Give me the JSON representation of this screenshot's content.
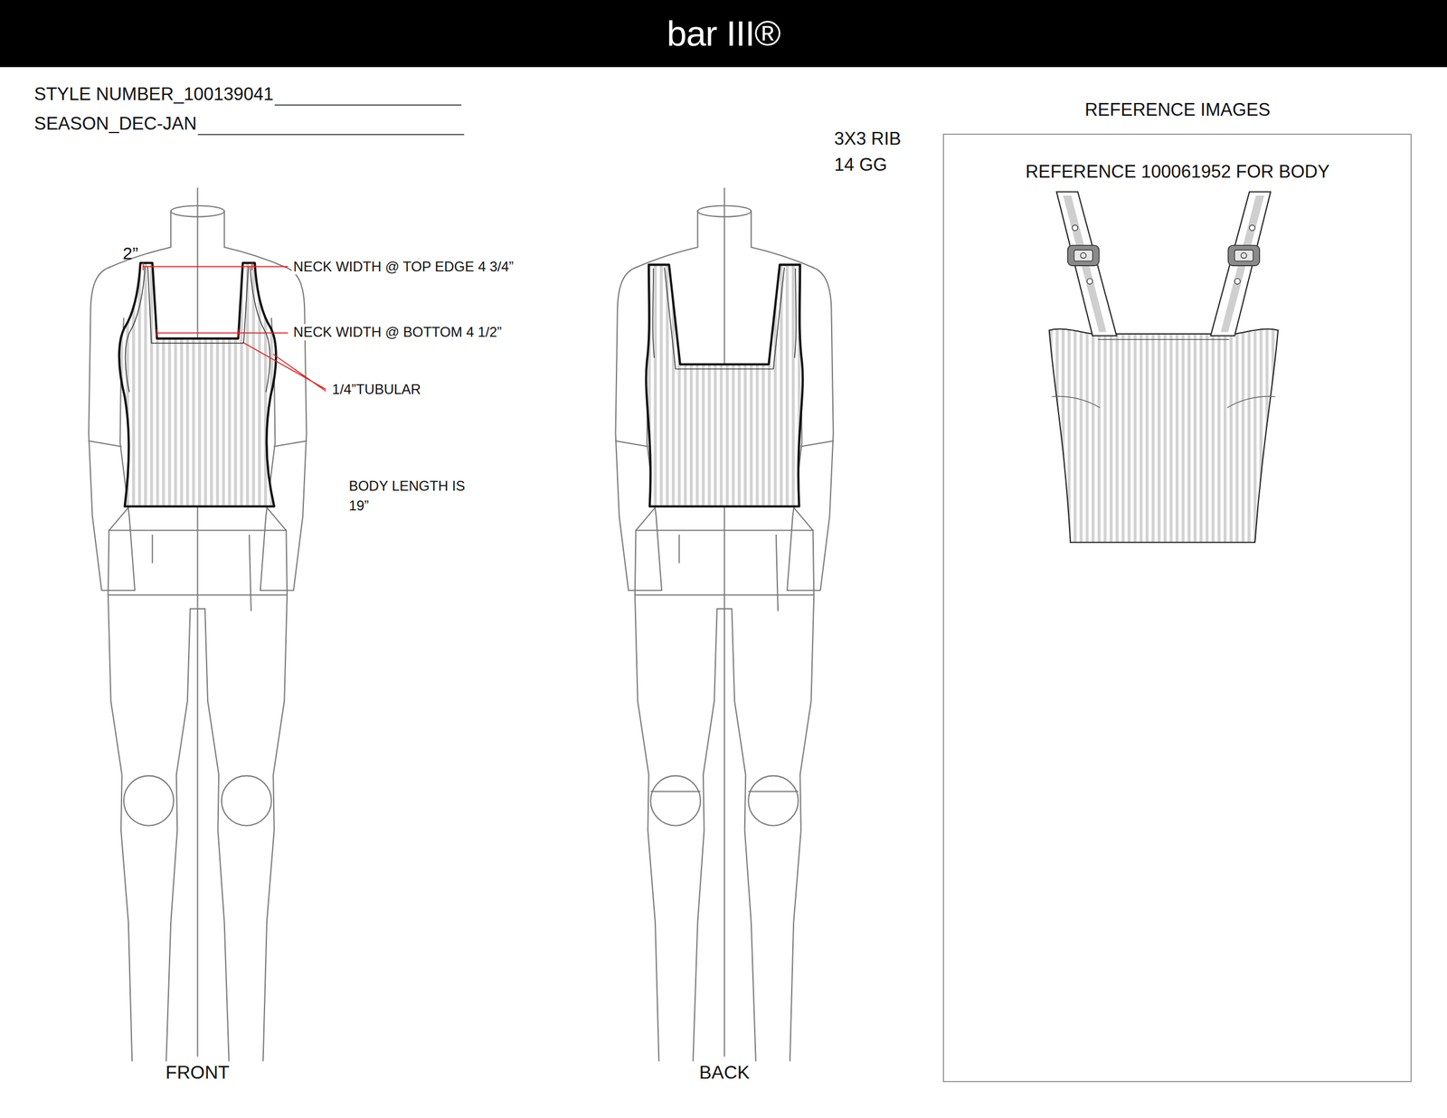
{
  "diagram": {
    "nodes": [
      {
        "text": [
          "bar III®"
        ]
      },
      {
        "text": [
          "REFERENCE IMAGES",
          "REFERENCE 100061952 FOR BODY"
        ]
      }
    ],
    "labels": [
      "STYLE NUMBER_100139041",
      "SEASON_DEC-JAN",
      "3X3 RIB 14 GG",
      "2”",
      "NECK WIDTH @ TOP EDGE 4 3/4”",
      "NECK WIDTH @ BOTTOM 4 1/2”",
      "1/4”TUBULAR",
      "BODY LENGTH IS 19”",
      "FRONT",
      "BACK"
    ]
  }
}
